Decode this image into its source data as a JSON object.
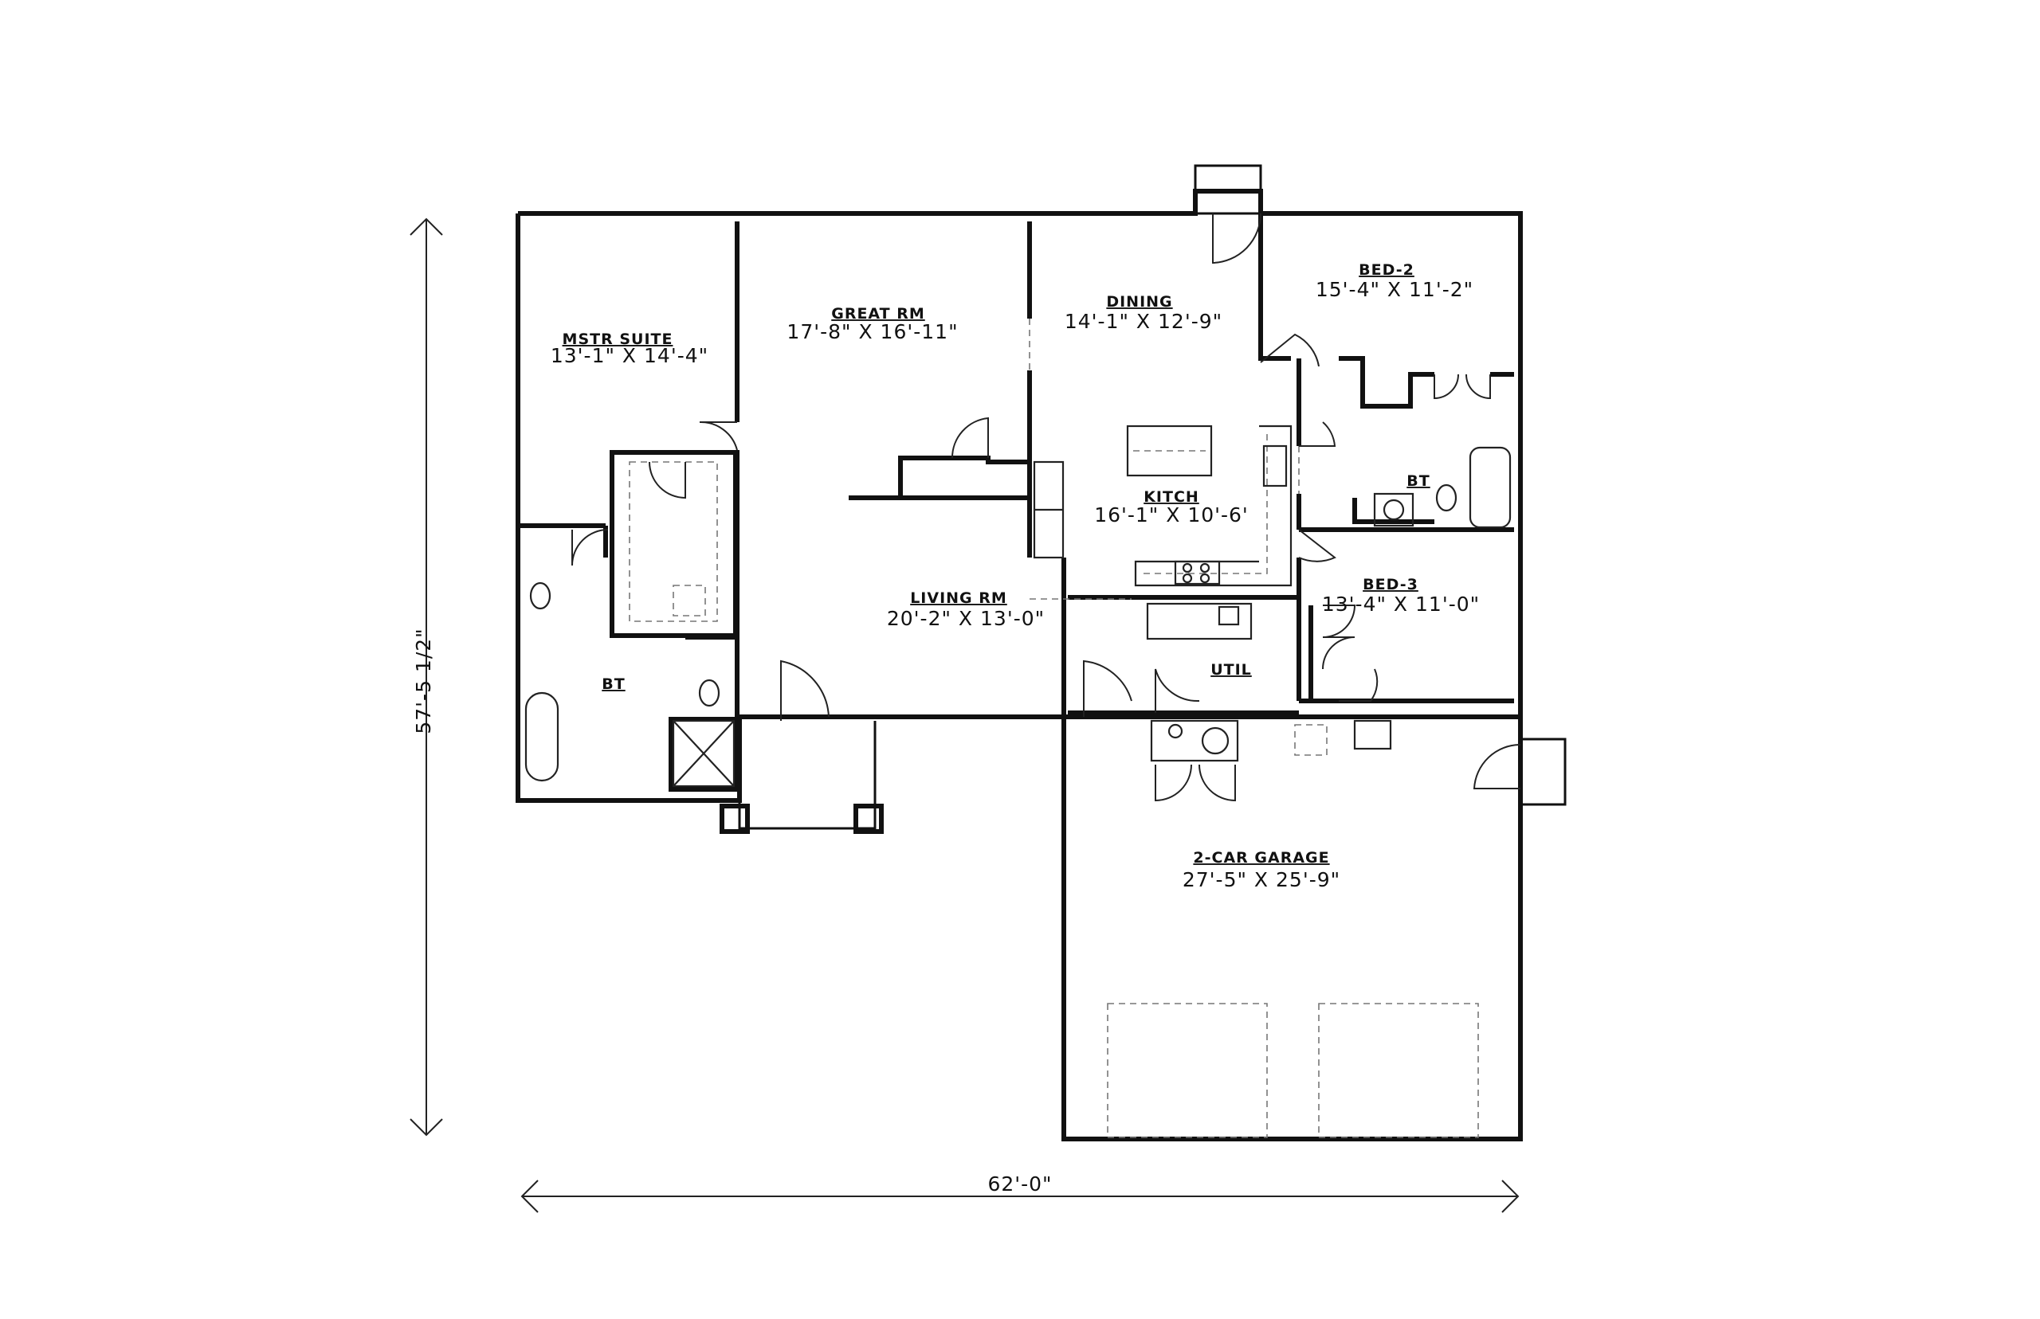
{
  "rooms": {
    "mstr_suite": {
      "name": "MSTR SUITE",
      "size": "13'-1\" X 14'-4\""
    },
    "great_rm": {
      "name": "GREAT RM",
      "size": "17'-8\" X 16'-11\""
    },
    "dining": {
      "name": "DINING",
      "size": "14'-1\" X 12'-9\""
    },
    "bed2": {
      "name": "BED-2",
      "size": "15'-4\" X 11'-2\""
    },
    "kitch": {
      "name": "KITCH",
      "size": "16'-1\" X 10'-6'"
    },
    "bt_hall": {
      "name": "BT"
    },
    "bed3": {
      "name": "BED-3",
      "size": "13'-4\" X 11'-0\""
    },
    "living_rm": {
      "name": "LIVING RM",
      "size": "20'-2\" X 13'-0\""
    },
    "bt_master": {
      "name": "BT"
    },
    "util": {
      "name": "UTIL"
    },
    "garage": {
      "name": "2-CAR GARAGE",
      "size": "27'-5\" X 25'-9\""
    }
  },
  "dimensions": {
    "overall_width": "62'-0\"",
    "overall_depth": "57'-5 1/2\""
  }
}
